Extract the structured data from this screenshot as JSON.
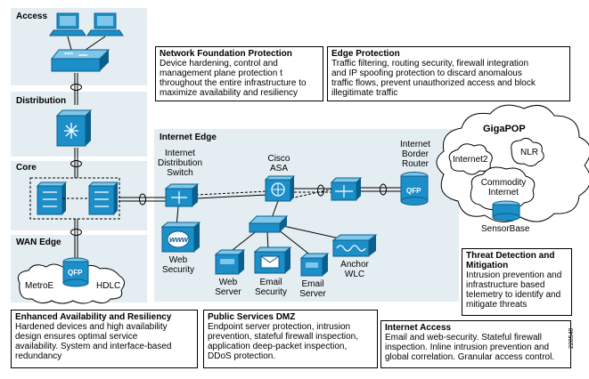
{
  "sections": {
    "access": "Access",
    "distribution": "Distribution",
    "core": "Core",
    "wan_edge": "WAN Edge",
    "internet_edge": "Internet Edge",
    "gigapop": "GigaPOP"
  },
  "nodes": {
    "internet_distribution_switch": [
      "Internet",
      "Distribution",
      "Switch"
    ],
    "cisco_asa": [
      "Cisco",
      "ASA"
    ],
    "internet_border_router": [
      "Internet",
      "Border",
      "Router"
    ],
    "web_security": [
      "Web",
      "Security"
    ],
    "web_server": [
      "Web",
      "Server"
    ],
    "email_security": [
      "Email",
      "Security"
    ],
    "email_server": [
      "Email",
      "Server"
    ],
    "anchor_wlc": [
      "Anchor",
      "WLC"
    ],
    "internet2": "Internet2",
    "nlr": "NLR",
    "commodity_internet": [
      "Commodity",
      "Internet"
    ],
    "sensorbase": "SensorBase",
    "metroe": "MetroE",
    "hdlc": "HDLC",
    "qfp": "QFP",
    "www": "www"
  },
  "callouts": {
    "network_foundation": {
      "title": "Network Foundation Protection",
      "lines": [
        "Device hardening, control and",
        "management plane protection t",
        "throughout the entire infrastructure to",
        "maximize availability and resiliency"
      ]
    },
    "edge_protection": {
      "title": "Edge Protection",
      "lines": [
        "Traffic filtering, routing security, firewall integration",
        "and IP spoofing protection to discard anomalous",
        "traffic flows, prevent unauthorized access and block",
        "illegitimate traffic"
      ]
    },
    "threat_detection": {
      "title_lines": [
        "Threat Detection and",
        "Mitigation"
      ],
      "lines": [
        "Intrusion prevention and",
        "infrastructure based",
        "telemetry to identify and",
        "mitigate threats"
      ]
    },
    "enhanced_availability": {
      "title": "Enhanced Availability and Resiliency",
      "lines": [
        "Hardened devices and high availability",
        "design ensures optimal service",
        "availability. System and interface-based",
        "redundancy"
      ]
    },
    "public_services_dmz": {
      "title": "Public Services DMZ",
      "lines": [
        "Endpoint server protection, intrusion",
        "prevention, stateful firewall inspection,",
        "application deep-packet inspection,",
        "DDoS protection."
      ]
    },
    "internet_access": {
      "title": "Internet Access",
      "lines": [
        "Email and web-security. Stateful firewall",
        "inspection. Inline intrusion prevention and",
        "global correlation. Granular access control."
      ]
    }
  },
  "figure_id": "228540",
  "colors": {
    "panel": "#e4edf2",
    "device": "#1c8fc9",
    "device_dark": "#0b5f8e",
    "line": "#000000"
  }
}
